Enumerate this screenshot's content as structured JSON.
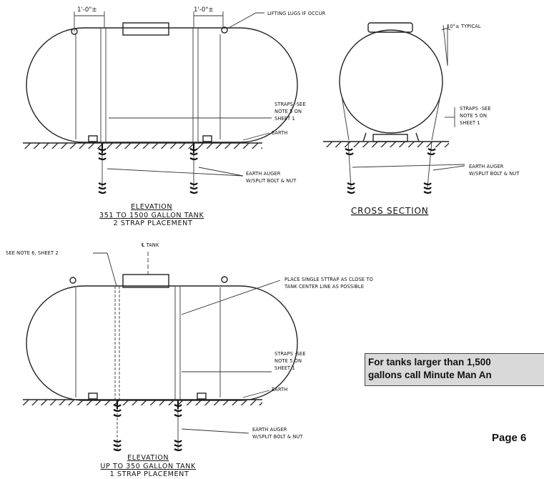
{
  "top_elevation": {
    "dim_left": "1'-0\"±",
    "dim_right": "1'-0\"±",
    "lifting_lugs": "LIFTING LUGS IF OCCUR",
    "straps_note": [
      "STRAPS -SEE",
      "NOTE 5 ON",
      "SHEET 1"
    ],
    "earth": "EARTH",
    "auger": [
      "EARTH AUGER",
      "W/SPLIT BOLT & NUT"
    ],
    "title": [
      "ELEVATION",
      "351 TO 1500 GALLON TANK",
      "2 STRAP PLACEMENT"
    ]
  },
  "cross_section": {
    "angle": "10°± TYPICAL",
    "straps_note": [
      "STRAPS -SEE",
      "NOTE 5 ON",
      "SHEET 1"
    ],
    "auger": [
      "EARTH AUGER",
      "W/SPLIT BOLT & NUT"
    ],
    "title": "CROSS SECTION"
  },
  "bottom_elevation": {
    "see_note": "SEE NOTE 6, SHEET 2",
    "centerline": "℄ TANK",
    "place_strap": [
      "PLACE SINGLE STTRAP AS CLOSE TO",
      "TANK CENTER LINE AS POSSIBLE"
    ],
    "straps_note": [
      "STRAPS -SEE",
      "NOTE 5 ON",
      "SHEET 1"
    ],
    "earth": "EARTH",
    "auger": [
      "EARTH AUGER",
      "W/SPLIT BOLT & NUT"
    ],
    "title": [
      "ELEVATION",
      "UP TO 350 GALLON TANK",
      "1 STRAP PLACEMENT"
    ]
  },
  "callout": [
    "For tanks larger than 1,500",
    "gallons call Minute Man An"
  ],
  "page_label": "Page 6"
}
